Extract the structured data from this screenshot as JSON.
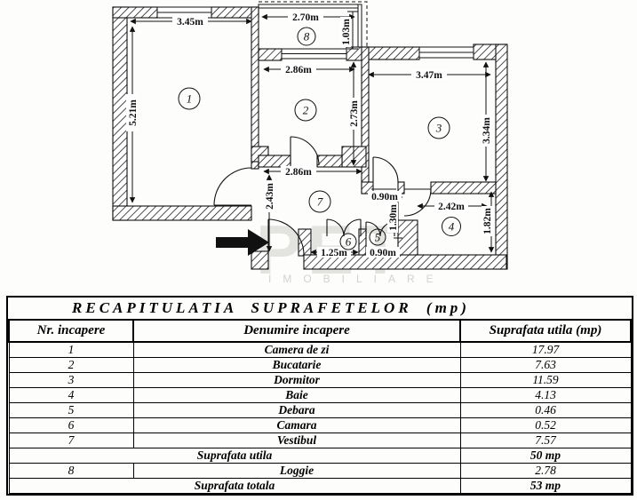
{
  "floorplan": {
    "rooms": {
      "r1": "1",
      "r2": "2",
      "r3": "3",
      "r4": "4",
      "r5": "5",
      "r6": "6",
      "r7": "7",
      "r8": "8"
    },
    "dims": {
      "room1_w": "3.45m",
      "room1_h": "5.21m",
      "loggia_w": "2.70m",
      "loggia_d": "1.03m",
      "kitchen_w": "2.86m",
      "kitchen_h": "2.73m",
      "bedroom_w": "3.47m",
      "bedroom_h": "3.34m",
      "hall_w": "2.86m",
      "hall_h": "2.43m",
      "door_bedroom": "0.90m",
      "closet_d": "1.30m",
      "bath_w": "2.42m",
      "bath_h": "1.82m",
      "camara_w": "1.25m",
      "debara_w": "0.90m"
    },
    "watermark": {
      "logo": "PET",
      "subtitle": "IMOBILIARE"
    }
  },
  "table": {
    "title": "RECAPITULATIA SUPRAFETELOR (mp)",
    "headers": [
      "Nr. incapere",
      "Denumire incapere",
      "Suprafata utila (mp)"
    ],
    "rows": [
      {
        "nr": "1",
        "name": "Camera de zi",
        "area": "17.97"
      },
      {
        "nr": "2",
        "name": "Bucatarie",
        "area": "7.63"
      },
      {
        "nr": "3",
        "name": "Dormitor",
        "area": "11.59"
      },
      {
        "nr": "4",
        "name": "Baie",
        "area": "4.13"
      },
      {
        "nr": "5",
        "name": "Debara",
        "area": "0.46"
      },
      {
        "nr": "6",
        "name": "Camara",
        "area": "0.52"
      },
      {
        "nr": "7",
        "name": "Vestibul",
        "area": "7.57"
      }
    ],
    "subtotal": {
      "label": "Suprafata utila",
      "value": "50 mp"
    },
    "loggia_row": {
      "nr": "8",
      "name": "Loggie",
      "area": "2.78"
    },
    "total": {
      "label": "Suprafata totala",
      "value": "53 mp"
    }
  }
}
